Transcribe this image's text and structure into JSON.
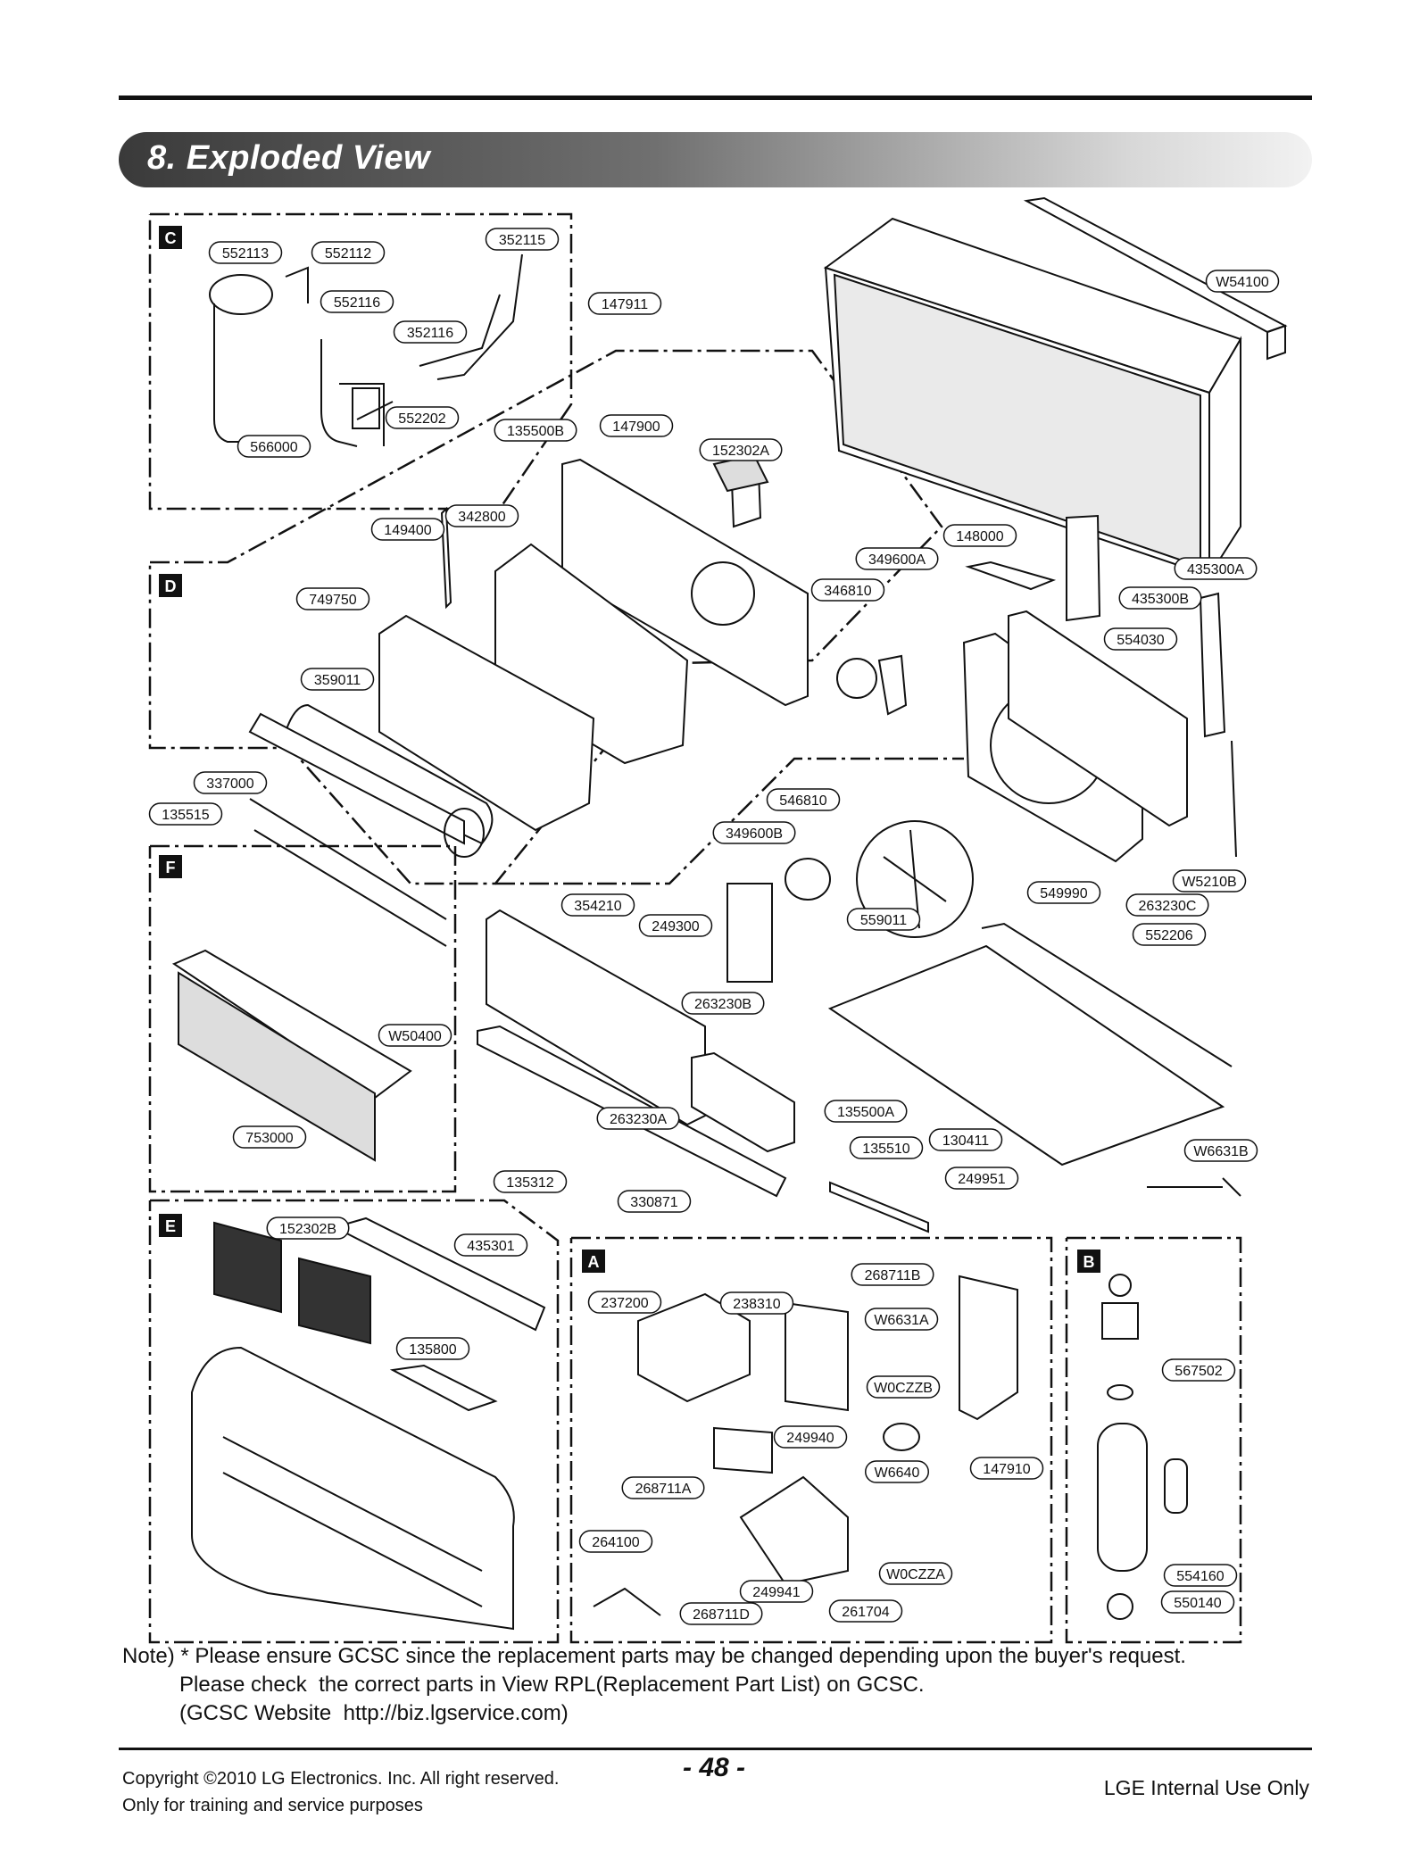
{
  "header": {
    "title": "8. Exploded View"
  },
  "sections": [
    {
      "id": "C"
    },
    {
      "id": "D"
    },
    {
      "id": "F"
    },
    {
      "id": "E"
    },
    {
      "id": "A"
    },
    {
      "id": "B"
    }
  ],
  "part_labels": [
    "552113",
    "552112",
    "352115",
    "552116",
    "352116",
    "552202",
    "566000",
    "147911",
    "W54100",
    "135500B",
    "147900",
    "152302A",
    "342800",
    "149400",
    "148000",
    "349600A",
    "435300A",
    "346810",
    "435300B",
    "749750",
    "554030",
    "359011",
    "546810",
    "337000",
    "135515",
    "349600B",
    "354210",
    "549990",
    "263230C",
    "W5210B",
    "249300",
    "559011",
    "552206",
    "263230B",
    "W50400",
    "135500A",
    "263230A",
    "753000",
    "130411",
    "135510",
    "W6631B",
    "135312",
    "249951",
    "330871",
    "152302B",
    "435301",
    "268711B",
    "237200",
    "238310",
    "W6631A",
    "135800",
    "W0CZZB",
    "249940",
    "147910",
    "268711A",
    "W6640",
    "264100",
    "W0CZZA",
    "249941",
    "261704",
    "268711D",
    "567502",
    "554160",
    "550140"
  ],
  "note": {
    "line1": "Note) * Please ensure GCSC since the replacement parts may be changed depending upon the buyer's request.",
    "line2": "Please check  the correct parts in View RPL(Replacement Part List) on GCSC.",
    "line3": "(GCSC Website  http://biz.lgservice.com)"
  },
  "footer": {
    "copyright": "Copyright ©2010 LG Electronics. Inc. All right reserved.",
    "purpose": "Only for training and service purposes",
    "page": "- 48 -",
    "internal": "LGE Internal Use Only"
  }
}
